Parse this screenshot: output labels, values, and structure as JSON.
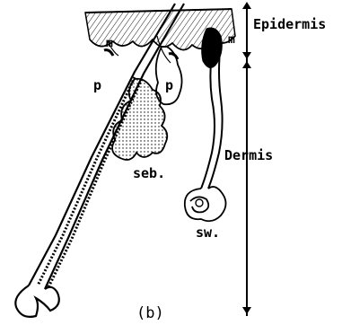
{
  "figure": {
    "caption": "(b)",
    "labels": {
      "epidermis": "Epidermis",
      "dermis": "Dermis",
      "papilla_left": "p",
      "papilla_right": "p",
      "sebaceous_gland": "seb.",
      "sweat_gland": "sw.",
      "muscle_left": "m",
      "muscle_right": "m"
    }
  }
}
